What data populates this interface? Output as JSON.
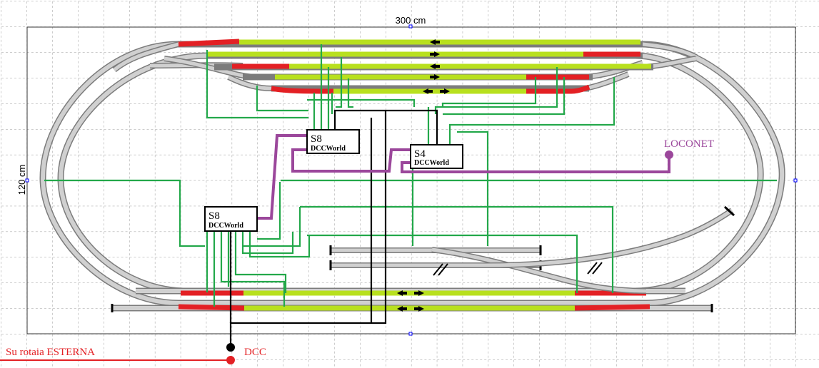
{
  "dimensions": {
    "width_label": "300 cm",
    "height_label": "120 cm"
  },
  "modules": [
    {
      "id": "s8a",
      "model": "S8",
      "brand": "DCCWorld"
    },
    {
      "id": "s4",
      "model": "S4",
      "brand": "DCCWorld"
    },
    {
      "id": "s8b",
      "model": "S8",
      "brand": "DCCWorld"
    }
  ],
  "labels": {
    "loconet": "LOCONET",
    "dcc": "DCC",
    "outer_rail": "Su rotaia ESTERNA"
  },
  "colors": {
    "track": "#c8c8c8",
    "track_edge": "#808080",
    "occupied_section": "#e32024",
    "free_section": "#b8e01e",
    "detection_wire": "#23a84a",
    "loconet_bus": "#9b479b",
    "power_wire": "#000000",
    "dcc_feed": "#e32024",
    "grid": "#aaaaaa"
  }
}
